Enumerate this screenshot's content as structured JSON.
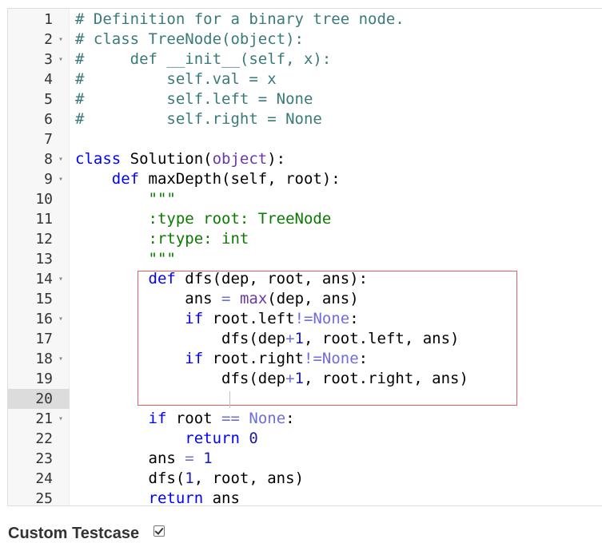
{
  "editor": {
    "current_line": 20,
    "lines": [
      {
        "n": "1",
        "fold": false,
        "tokens": [
          {
            "t": "# Definition for a binary tree node.",
            "c": "cm"
          }
        ]
      },
      {
        "n": "2",
        "fold": true,
        "tokens": [
          {
            "t": "# class TreeNode(object):",
            "c": "cm"
          }
        ]
      },
      {
        "n": "3",
        "fold": true,
        "tokens": [
          {
            "t": "#     def __init__(self, x):",
            "c": "cm"
          }
        ]
      },
      {
        "n": "4",
        "fold": false,
        "tokens": [
          {
            "t": "#         self.val = x",
            "c": "cm"
          }
        ]
      },
      {
        "n": "5",
        "fold": false,
        "tokens": [
          {
            "t": "#         self.left = None",
            "c": "cm"
          }
        ]
      },
      {
        "n": "6",
        "fold": false,
        "tokens": [
          {
            "t": "#         self.right = None",
            "c": "cm"
          }
        ]
      },
      {
        "n": "7",
        "fold": false,
        "tokens": []
      },
      {
        "n": "8",
        "fold": true,
        "tokens": [
          {
            "t": "class",
            "c": "kw"
          },
          {
            "t": " Solution(",
            "c": "plain"
          },
          {
            "t": "object",
            "c": "bi"
          },
          {
            "t": "):",
            "c": "plain"
          }
        ]
      },
      {
        "n": "9",
        "fold": true,
        "tokens": [
          {
            "t": "    ",
            "c": "plain"
          },
          {
            "t": "def",
            "c": "kw"
          },
          {
            "t": " maxDepth(self, root):",
            "c": "plain"
          }
        ]
      },
      {
        "n": "10",
        "fold": false,
        "tokens": [
          {
            "t": "        \"\"\"",
            "c": "str"
          }
        ]
      },
      {
        "n": "11",
        "fold": false,
        "tokens": [
          {
            "t": "        :type root: TreeNode",
            "c": "str"
          }
        ]
      },
      {
        "n": "12",
        "fold": false,
        "tokens": [
          {
            "t": "        :rtype: int",
            "c": "str"
          }
        ]
      },
      {
        "n": "13",
        "fold": false,
        "tokens": [
          {
            "t": "        \"\"\"",
            "c": "str"
          }
        ]
      },
      {
        "n": "14",
        "fold": true,
        "tokens": [
          {
            "t": "        ",
            "c": "plain"
          },
          {
            "t": "def",
            "c": "kw"
          },
          {
            "t": " dfs(dep, root, ans):",
            "c": "plain"
          }
        ]
      },
      {
        "n": "15",
        "fold": false,
        "tokens": [
          {
            "t": "            ans ",
            "c": "plain"
          },
          {
            "t": "=",
            "c": "op"
          },
          {
            "t": " ",
            "c": "plain"
          },
          {
            "t": "max",
            "c": "bi"
          },
          {
            "t": "(dep, ans)",
            "c": "plain"
          }
        ]
      },
      {
        "n": "16",
        "fold": true,
        "tokens": [
          {
            "t": "            ",
            "c": "plain"
          },
          {
            "t": "if",
            "c": "kw"
          },
          {
            "t": " root.left",
            "c": "plain"
          },
          {
            "t": "!=",
            "c": "op"
          },
          {
            "t": "None",
            "c": "op"
          },
          {
            "t": ":",
            "c": "plain"
          }
        ]
      },
      {
        "n": "17",
        "fold": false,
        "tokens": [
          {
            "t": "                dfs(dep",
            "c": "plain"
          },
          {
            "t": "+",
            "c": "op"
          },
          {
            "t": "1",
            "c": "num"
          },
          {
            "t": ", root.left, ans)",
            "c": "plain"
          }
        ]
      },
      {
        "n": "18",
        "fold": true,
        "tokens": [
          {
            "t": "            ",
            "c": "plain"
          },
          {
            "t": "if",
            "c": "kw"
          },
          {
            "t": " root.right",
            "c": "plain"
          },
          {
            "t": "!=",
            "c": "op"
          },
          {
            "t": "None",
            "c": "op"
          },
          {
            "t": ":",
            "c": "plain"
          }
        ]
      },
      {
        "n": "19",
        "fold": false,
        "tokens": [
          {
            "t": "                dfs(dep",
            "c": "plain"
          },
          {
            "t": "+",
            "c": "op"
          },
          {
            "t": "1",
            "c": "num"
          },
          {
            "t": ", root.right, ans)",
            "c": "plain"
          }
        ]
      },
      {
        "n": "20",
        "fold": false,
        "tokens": []
      },
      {
        "n": "21",
        "fold": true,
        "tokens": [
          {
            "t": "        ",
            "c": "plain"
          },
          {
            "t": "if",
            "c": "kw"
          },
          {
            "t": " root ",
            "c": "plain"
          },
          {
            "t": "==",
            "c": "op"
          },
          {
            "t": " ",
            "c": "plain"
          },
          {
            "t": "None",
            "c": "op"
          },
          {
            "t": ":",
            "c": "plain"
          }
        ]
      },
      {
        "n": "22",
        "fold": false,
        "tokens": [
          {
            "t": "            ",
            "c": "plain"
          },
          {
            "t": "return",
            "c": "kw"
          },
          {
            "t": " ",
            "c": "plain"
          },
          {
            "t": "0",
            "c": "num"
          }
        ]
      },
      {
        "n": "23",
        "fold": false,
        "tokens": [
          {
            "t": "        ans ",
            "c": "plain"
          },
          {
            "t": "=",
            "c": "op"
          },
          {
            "t": " ",
            "c": "plain"
          },
          {
            "t": "1",
            "c": "num"
          }
        ]
      },
      {
        "n": "24",
        "fold": false,
        "tokens": [
          {
            "t": "        dfs(",
            "c": "plain"
          },
          {
            "t": "1",
            "c": "num"
          },
          {
            "t": ", root, ans)",
            "c": "plain"
          }
        ]
      },
      {
        "n": "25",
        "fold": false,
        "tokens": [
          {
            "t": "        ",
            "c": "plain"
          },
          {
            "t": "return",
            "c": "kw"
          },
          {
            "t": " ans",
            "c": "plain"
          }
        ]
      }
    ]
  },
  "footer": {
    "custom_testcase_label": "Custom Testcase",
    "custom_testcase_checked": true
  },
  "colors": {
    "keyword": "#0000ff",
    "comment": "#3a7a7a",
    "string": "#0a7a00",
    "number": "#1a1aa6",
    "operator": "#6d6de0",
    "builtin": "#6b38a8",
    "highlight_box": "#e06060"
  },
  "icons": {
    "fold": "chevron-down-icon",
    "checkbox": "checkmark-icon"
  }
}
